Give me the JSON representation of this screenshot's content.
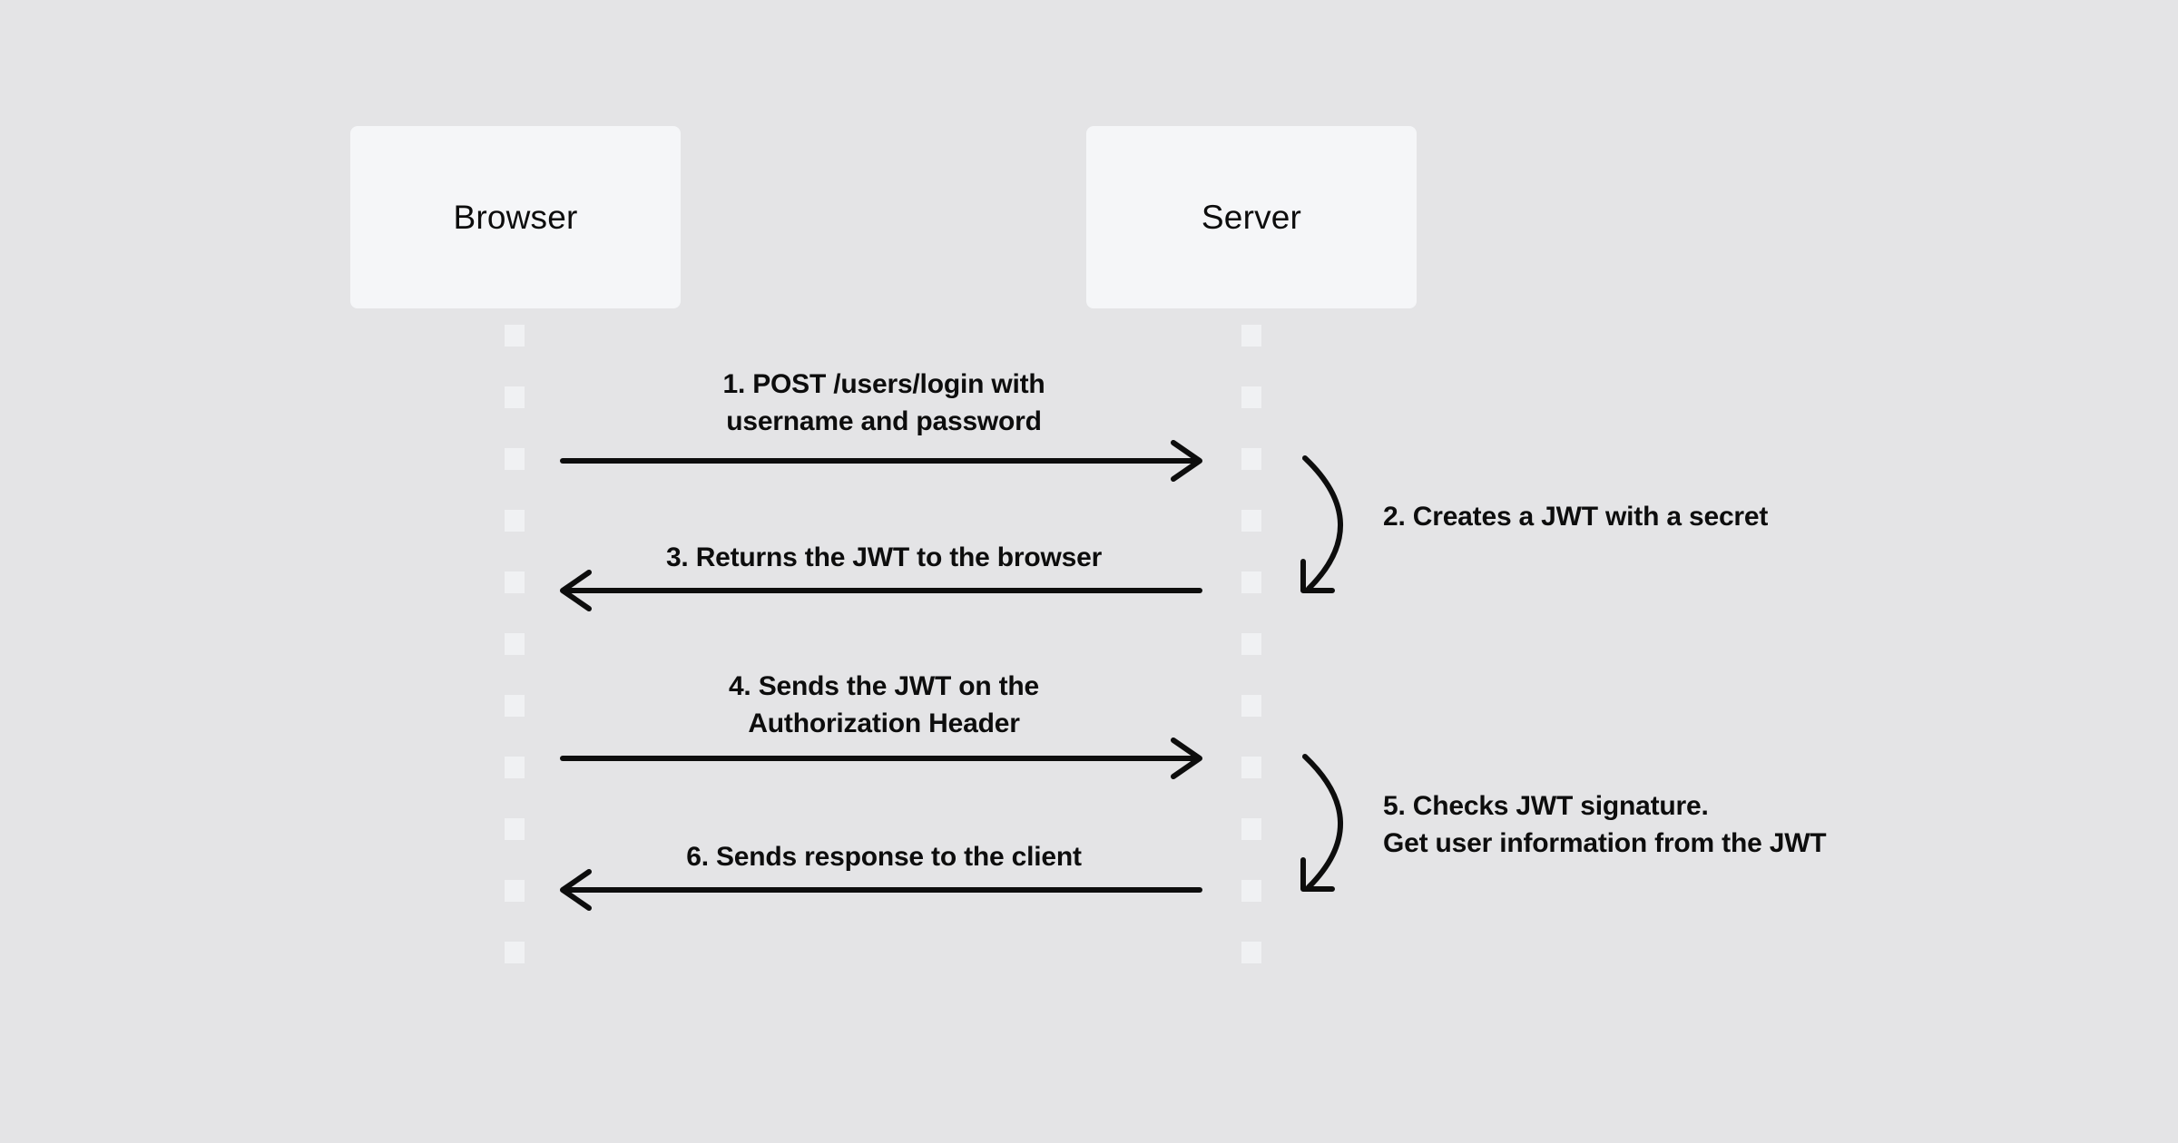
{
  "diagram_type": "sequence-diagram",
  "topic": "JWT authentication flow",
  "colors": {
    "bg": "#e4e4e6",
    "actor_fill": "#f5f6f8",
    "dash": "#f0f1f3",
    "ink": "#0d0d0d"
  },
  "actors": [
    {
      "id": "browser",
      "label": "Browser"
    },
    {
      "id": "server",
      "label": "Server"
    }
  ],
  "lifeline_dash_count": 11,
  "messages": [
    {
      "step": "1",
      "type": "arrow",
      "from": "browser",
      "to": "server",
      "lines": [
        "1. POST /users/login with",
        "username and password"
      ]
    },
    {
      "step": "2",
      "type": "self-call",
      "actor": "server",
      "lines": [
        "2. Creates a JWT with a secret"
      ]
    },
    {
      "step": "3",
      "type": "arrow",
      "from": "server",
      "to": "browser",
      "lines": [
        "3. Returns the JWT to the browser"
      ]
    },
    {
      "step": "4",
      "type": "arrow",
      "from": "browser",
      "to": "server",
      "lines": [
        "4. Sends the JWT on the",
        "Authorization Header"
      ]
    },
    {
      "step": "5",
      "type": "self-call",
      "actor": "server",
      "lines": [
        "5. Checks JWT signature.",
        "Get user information from the JWT"
      ]
    },
    {
      "step": "6",
      "type": "arrow",
      "from": "server",
      "to": "browser",
      "lines": [
        "6. Sends response to the client"
      ]
    }
  ]
}
